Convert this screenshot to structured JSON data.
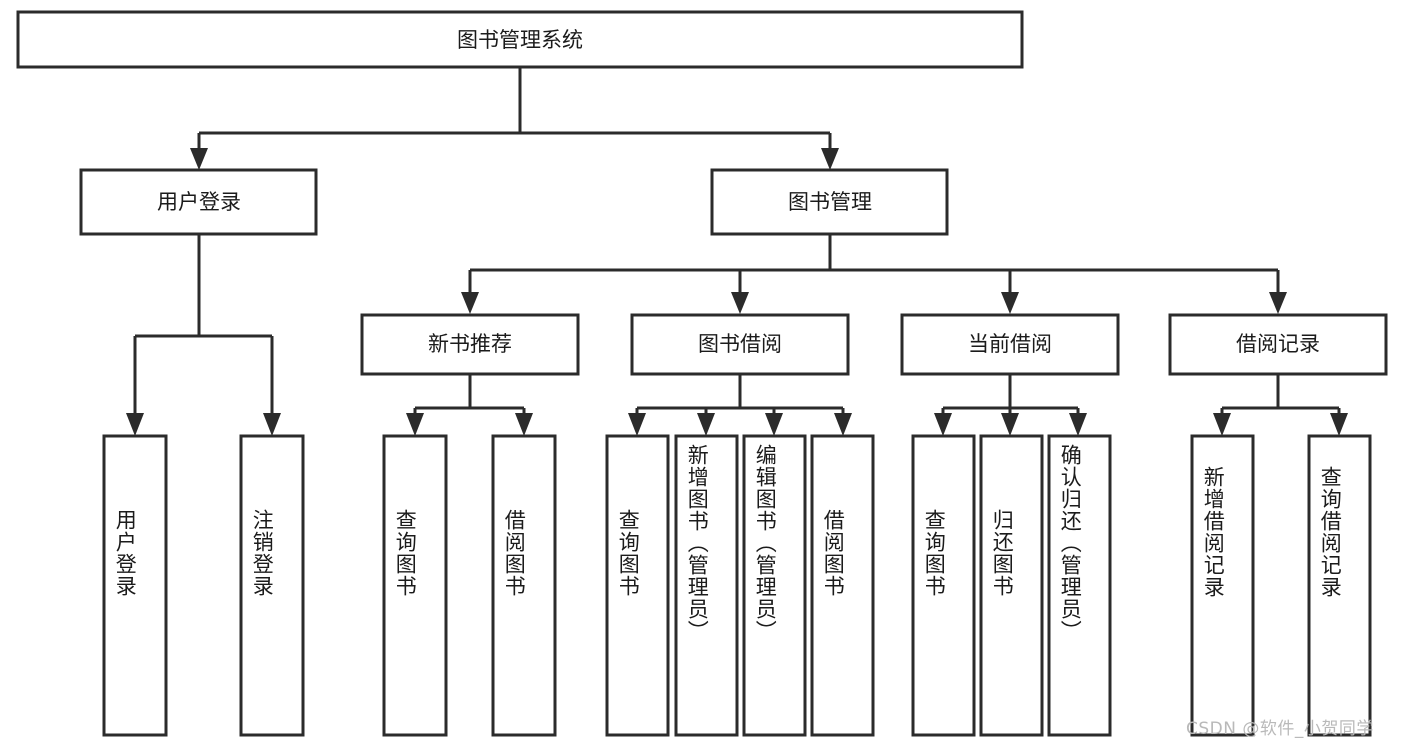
{
  "diagram": {
    "title": "图书管理系统",
    "watermark": "CSDN @软件_小贺同学",
    "type": "hierarchy-tree",
    "accent_color": "#2b2b2b",
    "background_color": "#ffffff",
    "root": {
      "id": "root",
      "label": "图书管理系统",
      "orientation": "horizontal"
    },
    "level2": [
      {
        "id": "user-login",
        "label": "用户登录",
        "orientation": "horizontal"
      },
      {
        "id": "book-management",
        "label": "图书管理",
        "orientation": "horizontal"
      }
    ],
    "level3": [
      {
        "id": "new-book-recommend",
        "label": "新书推荐",
        "parent": "book-management",
        "orientation": "horizontal"
      },
      {
        "id": "book-borrow",
        "label": "图书借阅",
        "parent": "book-management",
        "orientation": "horizontal"
      },
      {
        "id": "current-borrow",
        "label": "当前借阅",
        "parent": "book-management",
        "orientation": "horizontal"
      },
      {
        "id": "borrow-record",
        "label": "借阅记录",
        "parent": "book-management",
        "orientation": "horizontal"
      }
    ],
    "leaves": [
      {
        "id": "leaf-user-login",
        "label": "用户登录",
        "parent": "user-login",
        "orientation": "vertical"
      },
      {
        "id": "leaf-user-logout",
        "label": "注销登录",
        "parent": "user-login",
        "orientation": "vertical"
      },
      {
        "id": "leaf-query-book-1",
        "label": "查询图书",
        "parent": "new-book-recommend",
        "orientation": "vertical"
      },
      {
        "id": "leaf-borrow-book-1",
        "label": "借阅图书",
        "parent": "new-book-recommend",
        "orientation": "vertical"
      },
      {
        "id": "leaf-query-book-2",
        "label": "查询图书",
        "parent": "book-borrow",
        "orientation": "vertical"
      },
      {
        "id": "leaf-add-book",
        "label": "新增图书（管理员）",
        "parent": "book-borrow",
        "orientation": "vertical"
      },
      {
        "id": "leaf-edit-book",
        "label": "编辑图书（管理员）",
        "parent": "book-borrow",
        "orientation": "vertical"
      },
      {
        "id": "leaf-borrow-book-2",
        "label": "借阅图书",
        "parent": "book-borrow",
        "orientation": "vertical"
      },
      {
        "id": "leaf-query-book-3",
        "label": "查询图书",
        "parent": "current-borrow",
        "orientation": "vertical"
      },
      {
        "id": "leaf-return-book",
        "label": "归还图书",
        "parent": "current-borrow",
        "orientation": "vertical"
      },
      {
        "id": "leaf-confirm-return",
        "label": "确认归还（管理员）",
        "parent": "current-borrow",
        "orientation": "vertical"
      },
      {
        "id": "leaf-add-record",
        "label": "新增借阅记录",
        "parent": "borrow-record",
        "orientation": "vertical"
      },
      {
        "id": "leaf-query-record",
        "label": "查询借阅记录",
        "parent": "borrow-record",
        "orientation": "vertical"
      }
    ]
  }
}
